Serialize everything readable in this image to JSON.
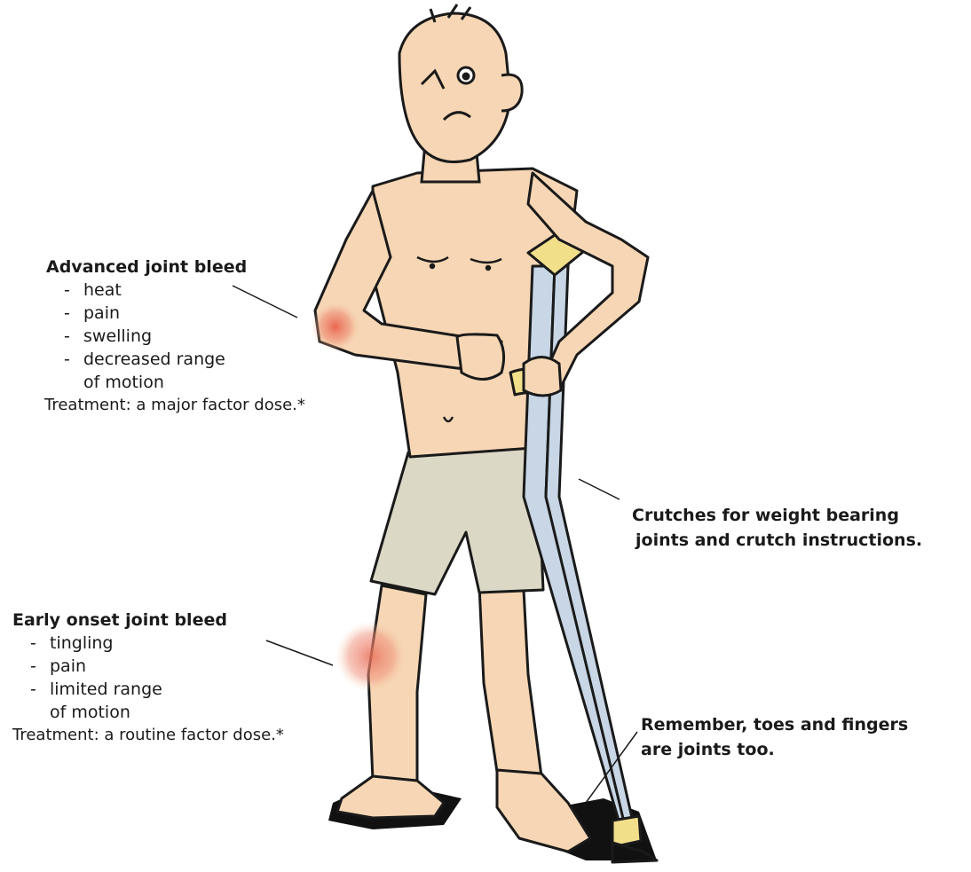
{
  "advanced": {
    "title": "Advanced joint bleed",
    "items": [
      "heat",
      "pain",
      "swelling",
      "decreased range"
    ],
    "items_cont": "of motion",
    "treatment": "Treatment: a major factor dose.*"
  },
  "early": {
    "title": "Early onset joint bleed",
    "items": [
      "tingling",
      "pain",
      "limited range"
    ],
    "items_cont": "of motion",
    "treatment": "Treatment: a routine factor dose.*"
  },
  "crutches": {
    "line1": "Crutches for weight bearing",
    "line2": "joints and crutch instructions."
  },
  "remember": {
    "line1": "Remember, toes and fingers",
    "line2": "are joints too."
  },
  "colors": {
    "skin": "#f6d6b4",
    "shorts": "#dcd8c6",
    "crutch": "#c8d6e6",
    "crutch_pad": "#f2df8a",
    "bleed": "#e8705a",
    "outline": "#1a1a1a"
  }
}
